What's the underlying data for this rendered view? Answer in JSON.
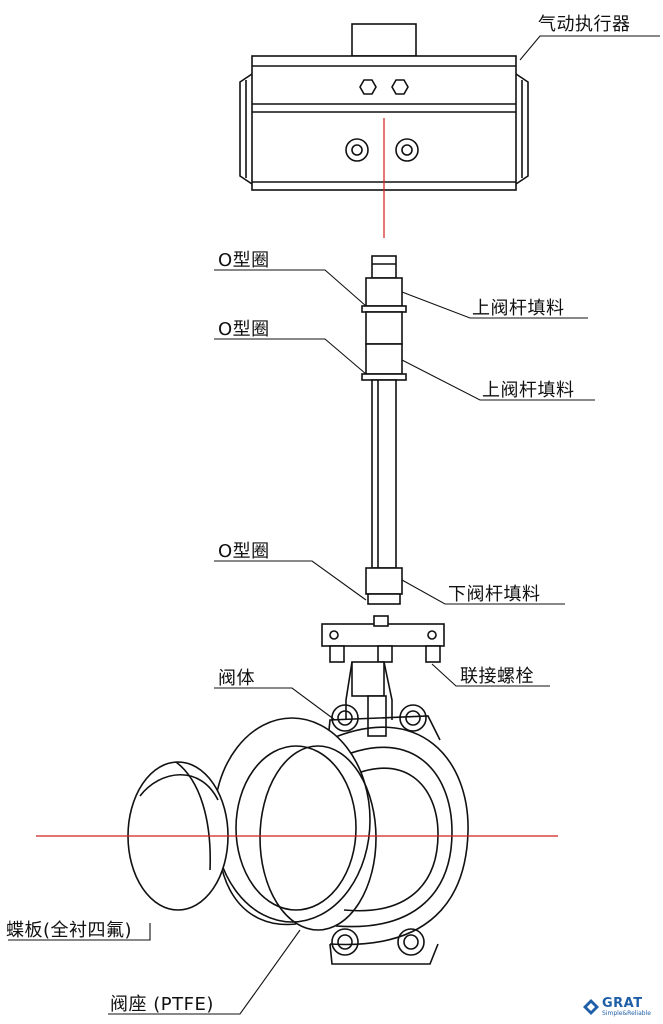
{
  "labels": {
    "actuator": "气动执行器",
    "o_ring_1": "O型圈",
    "o_ring_2": "O型圈",
    "o_ring_3": "O型圈",
    "upper_packing_1": "上阀杆填料",
    "upper_packing_2": "上阀杆填料",
    "lower_packing": "下阀杆填料",
    "connecting_bolt": "联接螺栓",
    "valve_body": "阀体",
    "disc": "蝶板(全衬四氟)",
    "seat": "阀座 (PTFE)"
  },
  "logo": {
    "brand": "GRAT",
    "tagline": "Simple&Reliable",
    "color": "#1f5fa8"
  },
  "colors": {
    "line": "#111111",
    "centerline": "#d21f1f"
  }
}
